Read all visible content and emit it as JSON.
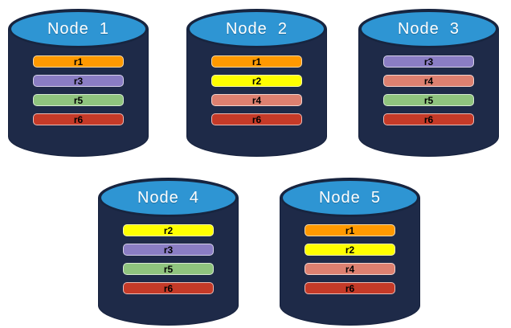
{
  "palette": {
    "background": "#FFFFFF",
    "cylinder_body": "#1E2A48",
    "cylinder_top": "#2E95D3",
    "title_color": "#FFFFFF",
    "bar_label_color": "#000000",
    "r1": "#FF9900",
    "r2": "#FFFF00",
    "r3": "#8A7DC4",
    "r4": "#DD8070",
    "r5": "#8FC47E",
    "r6": "#C53A28"
  },
  "nodes": [
    {
      "title": "Node  1",
      "partitions": [
        {
          "label": "r1",
          "color": "#FF9900"
        },
        {
          "label": "r3",
          "color": "#8A7DC4"
        },
        {
          "label": "r5",
          "color": "#8FC47E"
        },
        {
          "label": "r6",
          "color": "#C53A28"
        }
      ]
    },
    {
      "title": "Node  2",
      "partitions": [
        {
          "label": "r1",
          "color": "#FF9900"
        },
        {
          "label": "r2",
          "color": "#FFFF00"
        },
        {
          "label": "r4",
          "color": "#DD8070"
        },
        {
          "label": "r6",
          "color": "#C53A28"
        }
      ]
    },
    {
      "title": "Node  3",
      "partitions": [
        {
          "label": "r3",
          "color": "#8A7DC4"
        },
        {
          "label": "r4",
          "color": "#DD8070"
        },
        {
          "label": "r5",
          "color": "#8FC47E"
        },
        {
          "label": "r6",
          "color": "#C53A28"
        }
      ]
    },
    {
      "title": "Node  4",
      "partitions": [
        {
          "label": "r2",
          "color": "#FFFF00"
        },
        {
          "label": "r3",
          "color": "#8A7DC4"
        },
        {
          "label": "r5",
          "color": "#8FC47E"
        },
        {
          "label": "r6",
          "color": "#C53A28"
        }
      ]
    },
    {
      "title": "Node  5",
      "partitions": [
        {
          "label": "r1",
          "color": "#FF9900"
        },
        {
          "label": "r2",
          "color": "#FFFF00"
        },
        {
          "label": "r4",
          "color": "#DD8070"
        },
        {
          "label": "r6",
          "color": "#C53A28"
        }
      ]
    }
  ]
}
